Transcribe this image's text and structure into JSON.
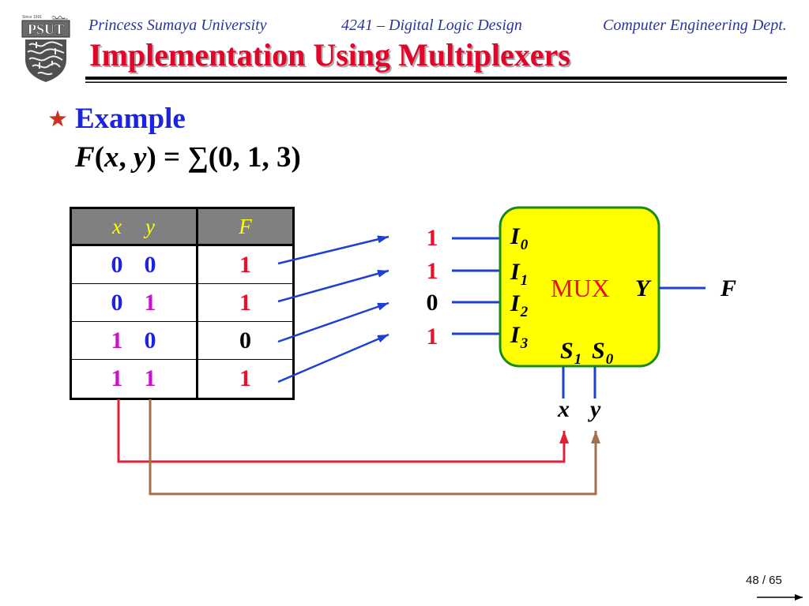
{
  "header": {
    "university": "Princess Sumaya University",
    "course": "4241 – Digital Logic Design",
    "department": "Computer Engineering Dept."
  },
  "logo": {
    "established": "Since 1991",
    "acronym": "PSUT"
  },
  "slide": {
    "title": "Implementation Using Multiplexers",
    "bullet_icon": "star-icon",
    "heading": "Example",
    "function": {
      "name": "F",
      "open_paren": "(",
      "var_x": "x",
      "separator": ", ",
      "var_y": "y",
      "rest": ") = ∑(0, 1, 3)"
    }
  },
  "truth_table": {
    "headers": [
      "x",
      "y",
      "F"
    ],
    "rows": [
      [
        "0",
        "0",
        "1"
      ],
      [
        "0",
        "1",
        "1"
      ],
      [
        "1",
        "0",
        "0"
      ],
      [
        "1",
        "1",
        "1"
      ]
    ]
  },
  "mux": {
    "label": "MUX",
    "inputs": [
      {
        "name": "I",
        "index": "0",
        "value": "1"
      },
      {
        "name": "I",
        "index": "1",
        "value": "1"
      },
      {
        "name": "I",
        "index": "2",
        "value": "0"
      },
      {
        "name": "I",
        "index": "3",
        "value": "1"
      }
    ],
    "output": {
      "name": "Y",
      "signal": "F"
    },
    "selects": [
      {
        "name": "S",
        "index": "1",
        "signal": "x"
      },
      {
        "name": "S",
        "index": "0",
        "signal": "y"
      }
    ]
  },
  "footer": {
    "page": "48 / 65",
    "next_icon": "arrow-right-icon"
  },
  "colors": {
    "header_text": "#2a35a0",
    "title": "#e3042a",
    "heading": "#1c24e0",
    "star": "#c8321e",
    "table_header_bg": "#808080",
    "table_header_text": "#ffff00",
    "bit_zero": "#1a22e6",
    "bit_one": "#cc11cc",
    "output_one": "#e8102a",
    "output_zero": "#000000",
    "wire": "#1e40d2",
    "mux_fill": "#ffff00",
    "mux_border": "#188a18",
    "mux_label": "#e8102a",
    "x_connector": "#e2203a",
    "y_connector": "#a3704a"
  }
}
